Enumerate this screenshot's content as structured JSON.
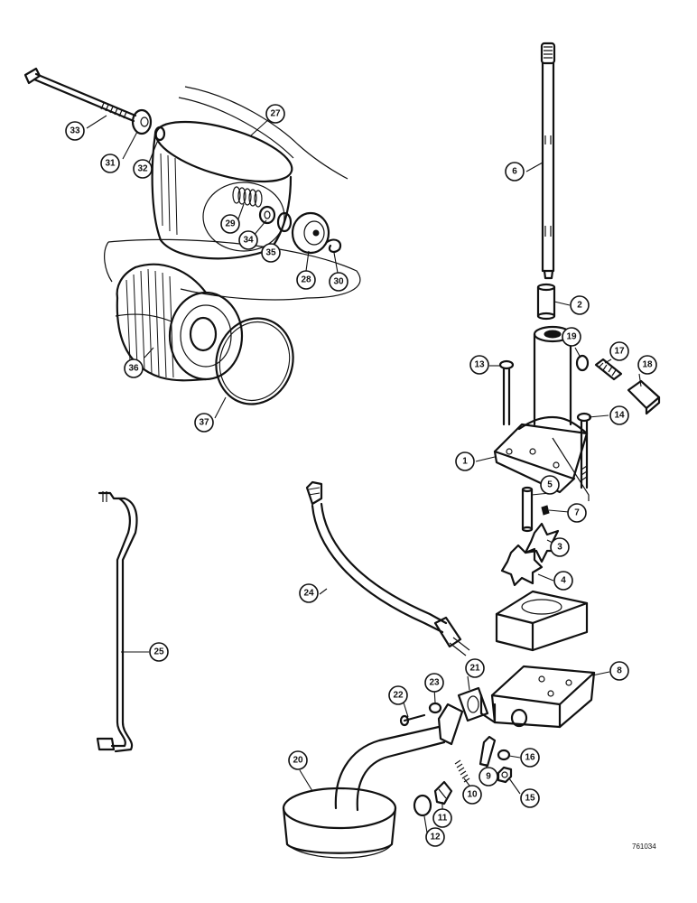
{
  "figure_ref": "761034",
  "callouts": [
    {
      "label": "1"
    },
    {
      "label": "2"
    },
    {
      "label": "3"
    },
    {
      "label": "4"
    },
    {
      "label": "5"
    },
    {
      "label": "6"
    },
    {
      "label": "7"
    },
    {
      "label": "8"
    },
    {
      "label": "9"
    },
    {
      "label": "10"
    },
    {
      "label": "11"
    },
    {
      "label": "12"
    },
    {
      "label": "13"
    },
    {
      "label": "14"
    },
    {
      "label": "15"
    },
    {
      "label": "16"
    },
    {
      "label": "17"
    },
    {
      "label": "18"
    },
    {
      "label": "19"
    },
    {
      "label": "20"
    },
    {
      "label": "21"
    },
    {
      "label": "22"
    },
    {
      "label": "23"
    },
    {
      "label": "24"
    },
    {
      "label": "25"
    },
    {
      "label": "27"
    },
    {
      "label": "28"
    },
    {
      "label": "29"
    },
    {
      "label": "30"
    },
    {
      "label": "31"
    },
    {
      "label": "32"
    },
    {
      "label": "33"
    },
    {
      "label": "34"
    },
    {
      "label": "35"
    },
    {
      "label": "36"
    },
    {
      "label": "37"
    }
  ]
}
